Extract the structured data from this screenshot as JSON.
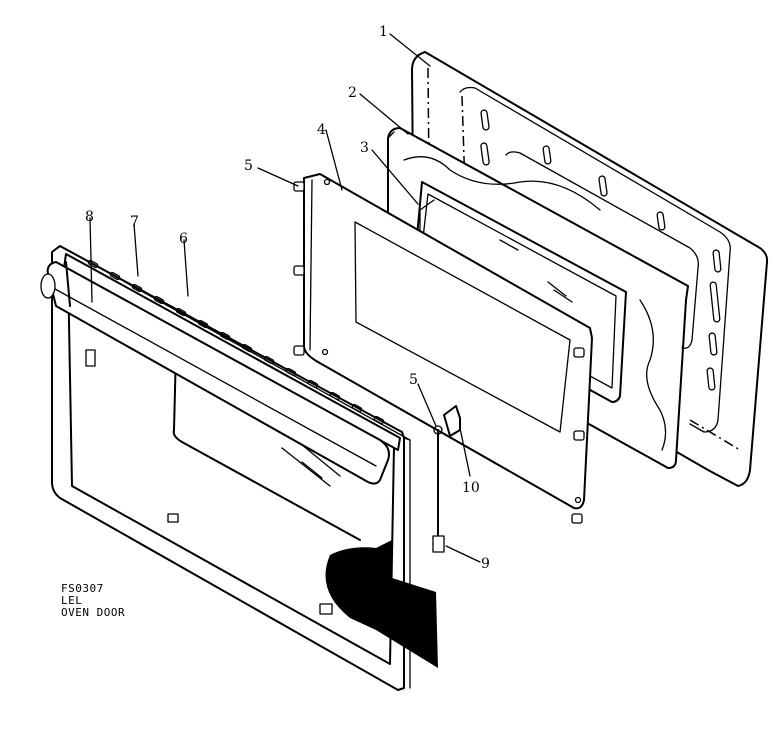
{
  "diagram": {
    "caption": {
      "line1": "FS0307",
      "line2": "LEL",
      "line3": "OVEN DOOR"
    },
    "callouts": [
      {
        "id": "1",
        "label": "1"
      },
      {
        "id": "2",
        "label": "2"
      },
      {
        "id": "3",
        "label": "3"
      },
      {
        "id": "4",
        "label": "4"
      },
      {
        "id": "5a",
        "label": "5"
      },
      {
        "id": "5b",
        "label": "5"
      },
      {
        "id": "6",
        "label": "6"
      },
      {
        "id": "7",
        "label": "7"
      },
      {
        "id": "8",
        "label": "8"
      },
      {
        "id": "9",
        "label": "9"
      },
      {
        "id": "10",
        "label": "10"
      }
    ]
  }
}
